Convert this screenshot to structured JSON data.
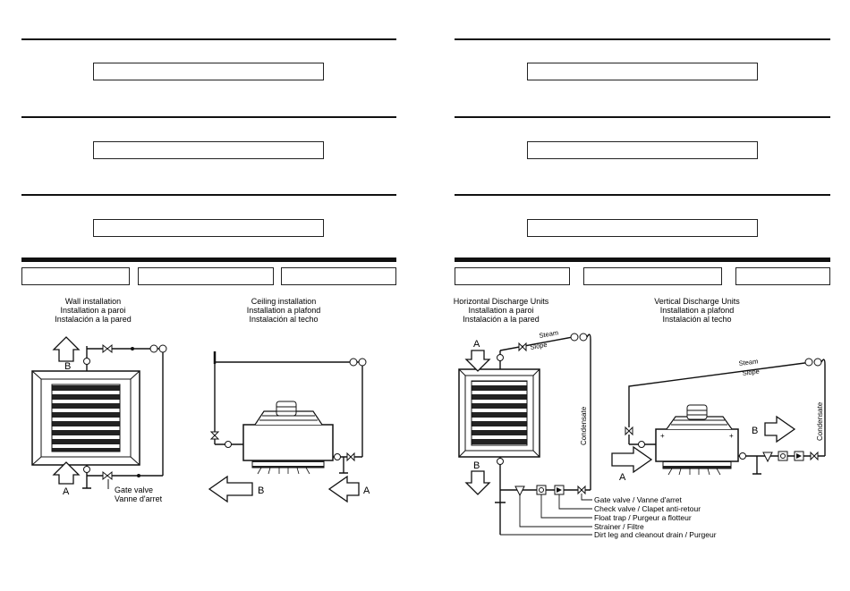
{
  "left_panel": {
    "wall": {
      "title": [
        "Wall installation",
        "Installation a paroi",
        "Instalación a la pared"
      ],
      "label_A": "A",
      "label_B": "B",
      "gate_valve": [
        "Gate valve",
        "Vanne d'arret"
      ]
    },
    "ceiling": {
      "title": [
        "Ceiling installation",
        "Installation a plafond",
        "Instalación al techo"
      ],
      "label_A": "A",
      "label_B": "B"
    }
  },
  "right_panel": {
    "horizontal": {
      "title": [
        "Horizontal Discharge Units",
        "Installation a paroi",
        "Instalación a la pared"
      ],
      "label_A": "A",
      "label_B": "B",
      "steam": "Steam",
      "slope": "Slope",
      "condensate": "Condensate"
    },
    "vertical": {
      "title": [
        "Vertical Discharge Units",
        "Installation a plafond",
        "Instalación al techo"
      ],
      "label_A": "A",
      "label_B": "B",
      "steam": "Steam",
      "slope": "Slope",
      "condensate": "Condensate"
    },
    "legend": [
      "Gate valve / Vanne d'arret",
      "Check valve / Clapet anti-retour",
      "Float trap / Purgeur a flotteur",
      "Strainer / Filtre",
      "Dirt leg and cleanout drain / Purgeur"
    ]
  }
}
